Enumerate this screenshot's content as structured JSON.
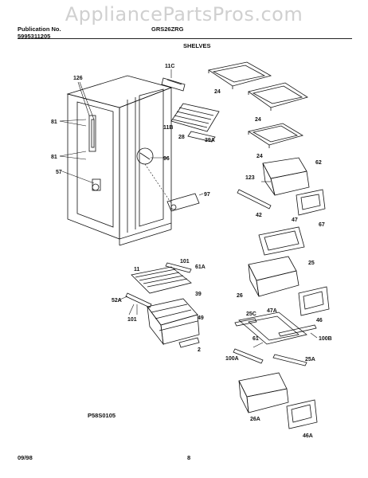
{
  "watermark": "AppliancePartsPros.com",
  "header": {
    "publication_label": "Publication No.",
    "publication_number": "5995311205",
    "model": "GRS26ZRG",
    "section": "SHELVES"
  },
  "footer": {
    "date": "09/98",
    "page": "8"
  },
  "figure_code": "P58S0105",
  "callouts": {
    "c126": "126",
    "c81a": "81",
    "c81b": "81",
    "c57": "57",
    "c11c": "11C",
    "c24a": "24",
    "c24b": "24",
    "c24c": "24",
    "c11b": "11B",
    "c28": "28",
    "c39a": "39A",
    "c96": "96",
    "c97": "97",
    "c62": "62",
    "c123": "123",
    "c42": "42",
    "c67": "67",
    "c47": "47",
    "c25": "25",
    "c26": "26",
    "c11": "11",
    "c101a": "101",
    "c61a": "61A",
    "c39": "39",
    "c52a": "52A",
    "c101b": "101",
    "c49": "49",
    "c2": "2",
    "c46": "46",
    "c25c": "25C",
    "c47a": "47A",
    "c61": "61",
    "c100b": "100B",
    "c100a": "100A",
    "c25a": "25A",
    "c26a": "26A",
    "c46a": "46A"
  }
}
